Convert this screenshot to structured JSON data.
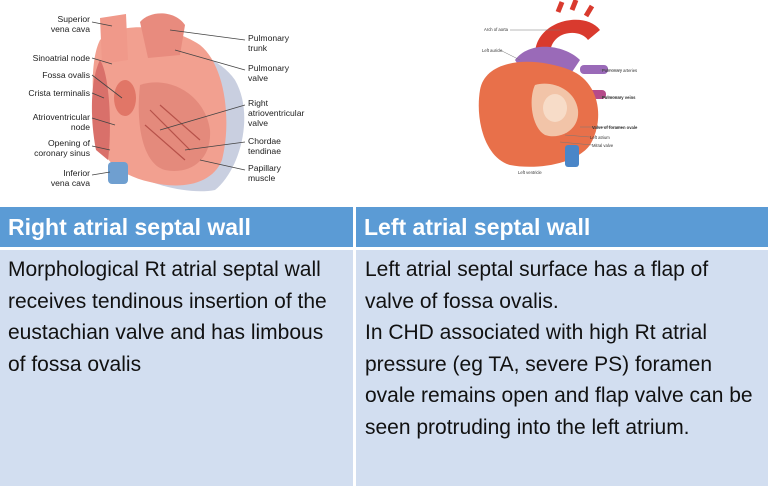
{
  "left_figure": {
    "labels": {
      "superior_vena_cava": "Superior\nvena cava",
      "sinoatrial_node": "Sinoatrial node",
      "fossa_ovalis": "Fossa ovalis",
      "crista_terminalis": "Crista terminalis",
      "atrioventricular_node": "Atrioventricular\nnode",
      "opening_coronary_sinus": "Opening of\ncoronary sinus",
      "inferior_vena_cava": "Inferior\nvena cava",
      "pulmonary_trunk": "Pulmonary\ntrunk",
      "pulmonary_valve": "Pulmonary\nvalve",
      "right_av_valve": "Right\natrioventricular\nvalve",
      "chordae_tendinae": "Chordae\ntendinae",
      "papillary_muscle": "Papillary\nmuscle"
    }
  },
  "right_figure": {
    "labels": {
      "arch_of_aorta": "Arch of aorta",
      "left_auricle": "Left auricle",
      "pulmonary_arteries": "Pulmonary arteries",
      "pulmonary_veins": "Pulmonary veins",
      "valve_foramen_ovale": "Valve of foramen ovale",
      "left_atrium": "Left atrium",
      "mitral_valve": "Mitral valve",
      "left_ventricle": "Left ventricle"
    }
  },
  "table": {
    "headers": {
      "right": "Right atrial septal wall",
      "left": "Left atrial septal wall"
    },
    "right_text": "Morphological Rt atrial septal wall receives tendinous insertion of the eustachian valve and has limbous of fossa ovalis",
    "left_text_1": "Left atrial septal surface has a flap of valve of fossa ovalis.",
    "left_text_2": "In CHD associated with high Rt atrial pressure (eg TA, severe PS) foramen ovale remains open and flap valve can be seen protruding into the left atrium."
  },
  "colors": {
    "header_bg": "#5b9bd5",
    "cell_bg": "#d2def0",
    "heart_pink": "#f2a090",
    "heart_dark": "#d9706a",
    "vessel_blue": "#6f9fd0"
  }
}
